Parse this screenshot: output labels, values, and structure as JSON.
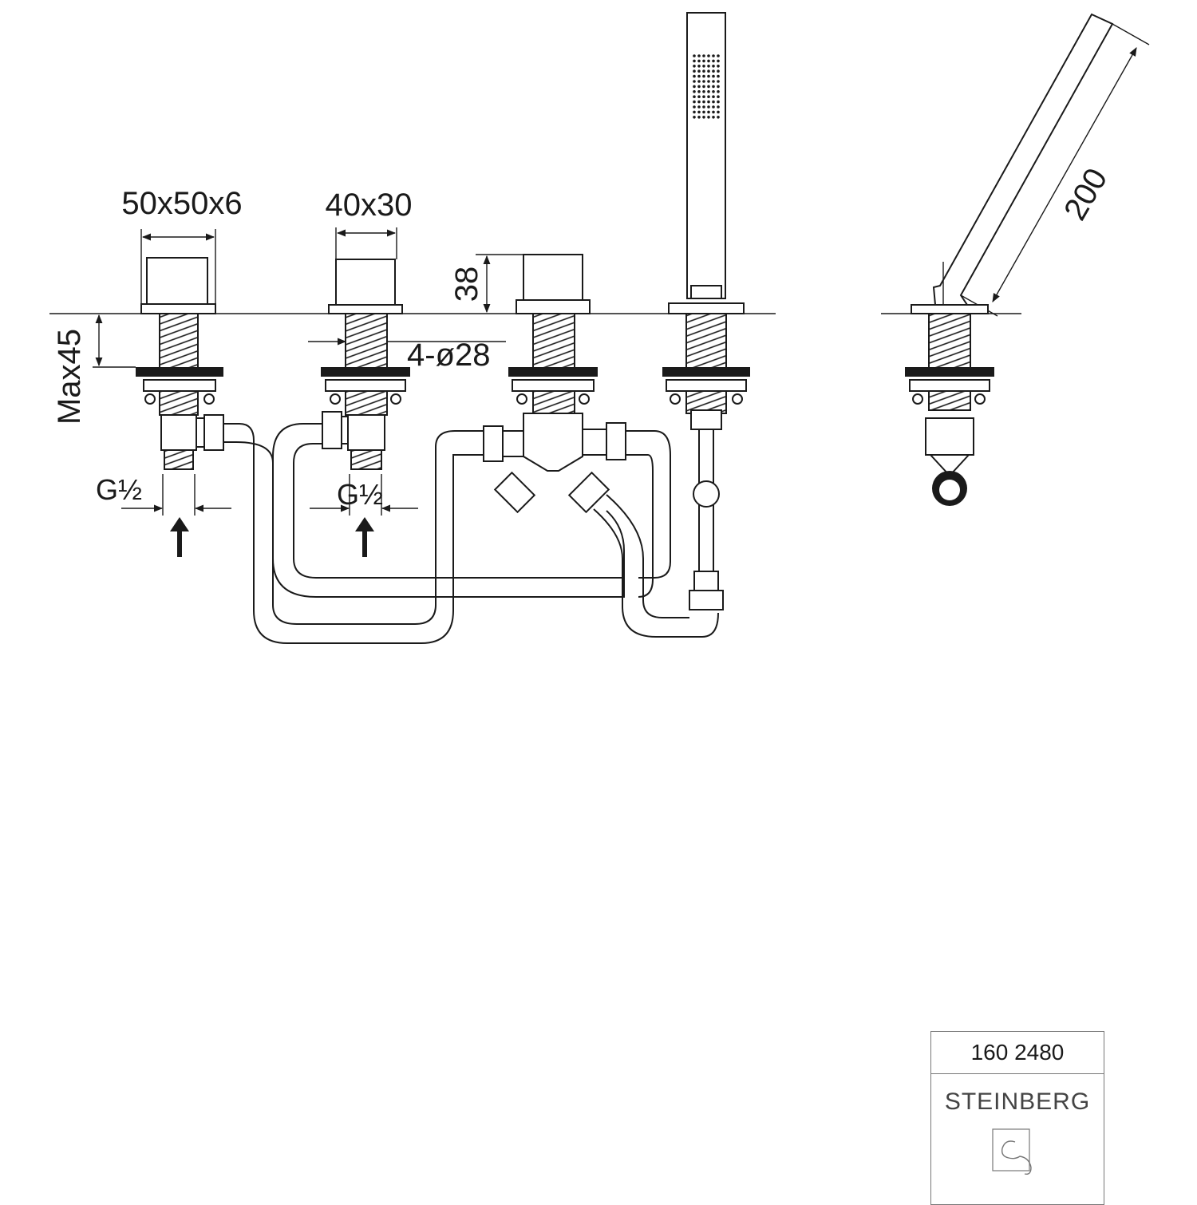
{
  "dimensions": {
    "handle_large": "50x50x6",
    "handle_small": "40x30",
    "diverter_height": "38",
    "deck_max": "Max45",
    "holes": "4-ø28",
    "inlet_left": "G½",
    "inlet_right": "G½",
    "hand_shower_length": "200"
  },
  "title_block": {
    "article_number": "160 2480",
    "brand": "STEINBERG"
  },
  "icons": {
    "inlet_arrow": "arrow-up-icon",
    "logo": "steinberg-logo-icon"
  }
}
